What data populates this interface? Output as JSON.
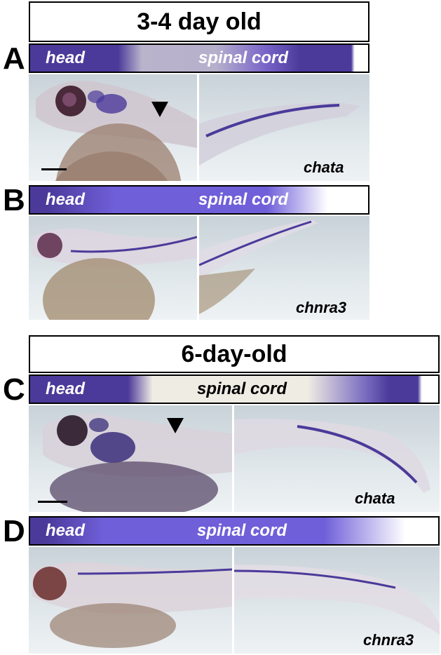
{
  "colors": {
    "stain": "#4b3a9a",
    "bright": "#6f5fd9",
    "pale": "#b9b3cc",
    "beige": "#efece4"
  },
  "section1": {
    "title": "3-4 day old"
  },
  "section2": {
    "title": "6-day-old"
  },
  "panels": [
    {
      "letter": "A",
      "region_head": "head",
      "region_spinal": "spinal cord",
      "gene": "chata"
    },
    {
      "letter": "B",
      "region_head": "head",
      "region_spinal": "spinal cord",
      "gene": "chnra3"
    },
    {
      "letter": "C",
      "region_head": "head",
      "region_spinal": "spinal cord",
      "gene": "chata"
    },
    {
      "letter": "D",
      "region_head": "head",
      "region_spinal": "spinal cord",
      "gene": "chnra3"
    }
  ]
}
